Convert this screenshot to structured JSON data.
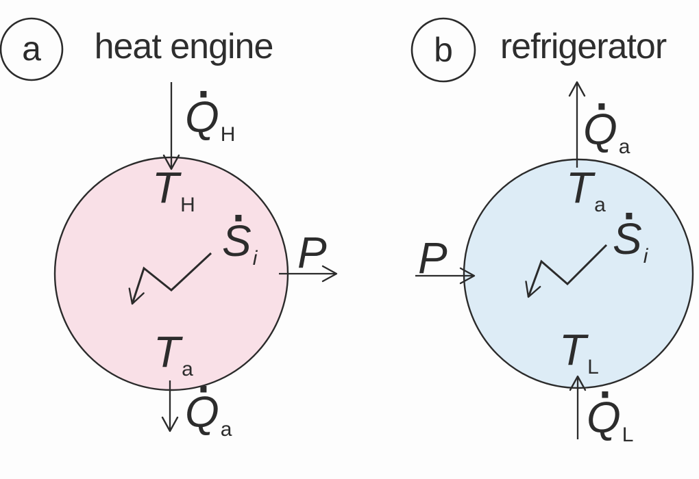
{
  "palette": {
    "ink": "#2b2b2b",
    "engine_fill": "#f9e0e7",
    "refrigerator_fill": "#ddecf6",
    "background": "#fdfdfd"
  },
  "diagrams": [
    {
      "badge": "a",
      "title": "heat engine",
      "labels": {
        "heat_in": {
          "base": "Q",
          "dot": "·",
          "sub": "H"
        },
        "hot_temp": {
          "base": "T",
          "sub": "H"
        },
        "entropy": {
          "base": "S",
          "dot": "·",
          "sub": "i"
        },
        "power": {
          "base": "P"
        },
        "ambient_temp": {
          "base": "T",
          "sub": "a"
        },
        "heat_out": {
          "base": "Q",
          "dot": "·",
          "sub": "a"
        }
      }
    },
    {
      "badge": "b",
      "title": "refrigerator",
      "labels": {
        "heat_out": {
          "base": "Q",
          "dot": "·",
          "sub": "a"
        },
        "ambient_temp": {
          "base": "T",
          "sub": "a"
        },
        "entropy": {
          "base": "S",
          "dot": "·",
          "sub": "i"
        },
        "power": {
          "base": "P"
        },
        "low_temp": {
          "base": "T",
          "sub": "L"
        },
        "heat_in": {
          "base": "Q",
          "dot": "·",
          "sub": "L"
        }
      }
    }
  ]
}
